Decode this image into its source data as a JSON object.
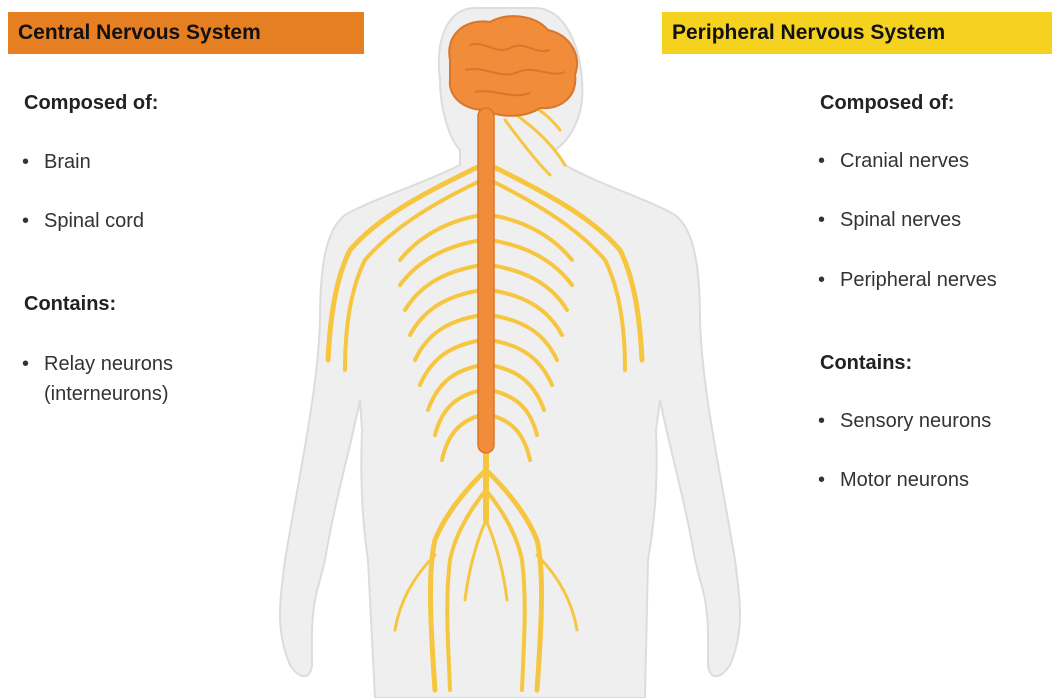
{
  "colors": {
    "cns_banner": "#e67e22",
    "pns_banner": "#f5d21f",
    "cns_nerve": "#f08c3a",
    "pns_nerve": "#f7c640",
    "body_fill": "#efefef",
    "body_outline": "#dcdcdc"
  },
  "cns": {
    "title": "Central Nervous System",
    "composed_heading": "Composed of:",
    "composed_items": [
      "Brain",
      "Spinal cord"
    ],
    "contains_heading": "Contains:",
    "contains_items": [
      {
        "line1": "Relay neurons",
        "line2": "(interneurons)"
      }
    ]
  },
  "pns": {
    "title": "Peripheral Nervous System",
    "composed_heading": "Composed of:",
    "composed_items": [
      "Cranial nerves",
      "Spinal nerves",
      "Peripheral nerves"
    ],
    "contains_heading": "Contains:",
    "contains_items": [
      "Sensory neurons",
      "Motor neurons"
    ]
  },
  "icons": {
    "bullet": "•",
    "figure": "human-nervous-system-illustration"
  }
}
